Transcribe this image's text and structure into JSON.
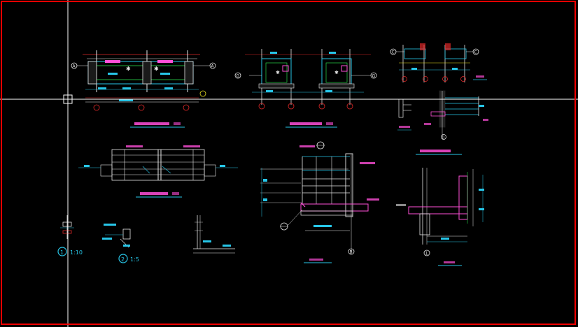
{
  "drawing": {
    "detail_1": {
      "number": "1",
      "scale": "1:10"
    },
    "detail_2": {
      "number": "2",
      "scale": "1:5"
    },
    "grid_bubbles": {
      "a_left": "A",
      "a_right": "A",
      "g_left": "G",
      "g_right": "G",
      "c_left": "C",
      "c_right": "C",
      "b": "B",
      "d": "D",
      "one": "1"
    }
  },
  "colors": {
    "background": "#000000",
    "frame": "#e00000",
    "crosshair": "#ffffff",
    "cyan": "#27c6e8",
    "magenta": "#ff4fd8",
    "yellow": "#e8e020",
    "green": "#29d84a",
    "red": "#e02828",
    "white": "#e8e8e8"
  },
  "icons": {
    "crosshair": "crosshair-cursor-icon",
    "pickbox": "pickbox-square-icon"
  }
}
